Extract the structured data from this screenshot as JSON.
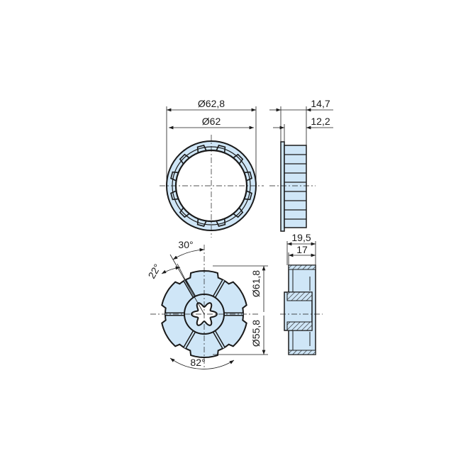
{
  "drawing": {
    "top_view": {
      "outer_diameter": "Ø62,8",
      "inner_diameter": "Ø62"
    },
    "top_side_view": {
      "overall_width": "14,7",
      "body_width": "12,2"
    },
    "bottom_view": {
      "angle_large": "30°",
      "angle_small": "22°",
      "outer_diameter": "Ø61,8",
      "inner_diameter": "Ø55,8",
      "angle_bottom": "82°"
    },
    "bottom_side_view": {
      "overall_width": "19,5",
      "body_width": "17"
    },
    "colors": {
      "part_fill": "#cfe6f7",
      "line": "#1a1a1a"
    }
  }
}
